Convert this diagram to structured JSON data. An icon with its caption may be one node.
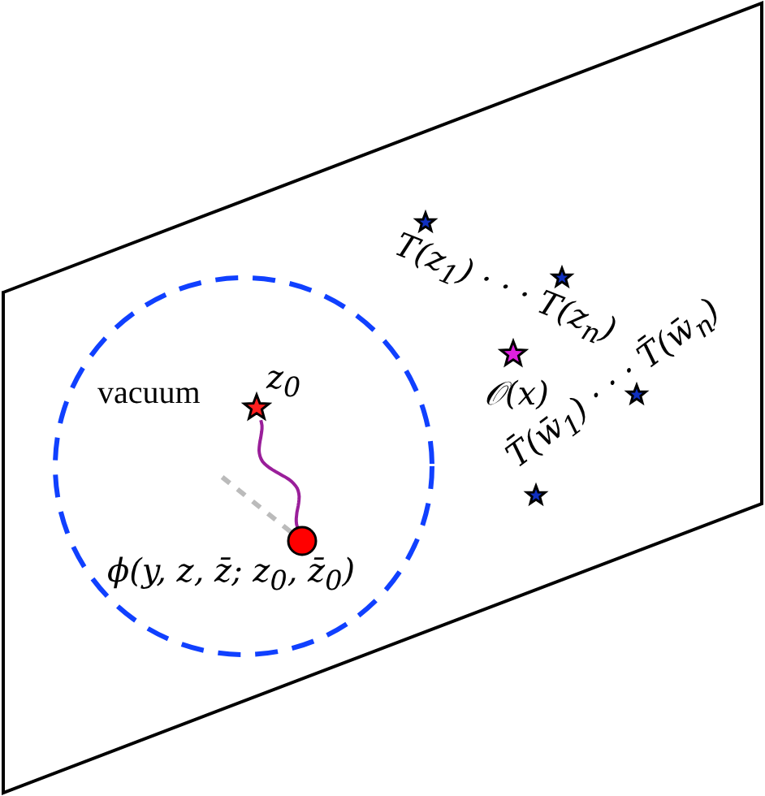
{
  "diagram": {
    "nodes": [
      {
        "text": [
          "z$_{0}$"
        ]
      },
      {
        "text": [
          "ϕ(y, z, z̄; z$_{0}$, z̄$_{0}$)"
        ]
      }
    ],
    "edges": [
      {
        "from": 0,
        "to": 1,
        "arrow": "none",
        "color": "#9a1f9a"
      },
      {
        "from": 1,
        "to": null,
        "arrow": "none",
        "style": "dashed",
        "color": "#bbbbbb"
      }
    ],
    "labels": [
      "vacuum",
      "T(z$_{1}$) · · · T(z$_{n}$)",
      "𝒪(x)",
      "T̄(w̄$_{1}$) · · · T̄(w̄$_{n}$)"
    ]
  }
}
